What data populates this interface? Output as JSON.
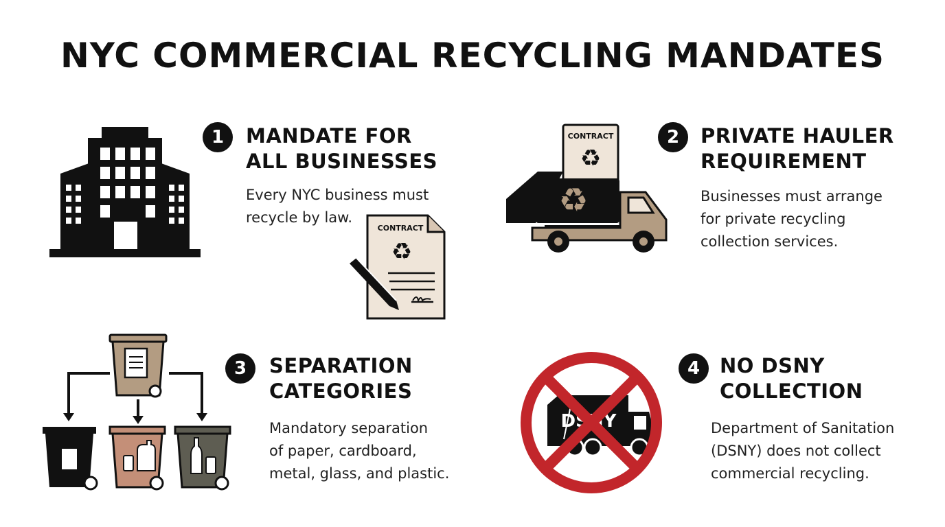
{
  "title": "NYC COMMERCIAL RECYCLING MANDATES",
  "colors": {
    "text": "#111111",
    "tan": "#b39c82",
    "paper": "#efe5d9",
    "clay": "#c48f78",
    "olive": "#5e5d52",
    "red": "#c2262b"
  },
  "sections": [
    {
      "number": "1",
      "heading": [
        "MANDATE FOR",
        "ALL BUSINESSES"
      ],
      "body": [
        "Every NYC business must",
        "recycle by law."
      ],
      "icons": [
        "office-building-icon",
        "signed-contract-icon"
      ],
      "contract_label": "CONTRACT"
    },
    {
      "number": "2",
      "heading": [
        "PRIVATE HAULER",
        "REQUIREMENT"
      ],
      "body": [
        "Businesses must arrange",
        "for private recycling",
        "collection services."
      ],
      "icons": [
        "recycling-truck-icon",
        "contract-icon"
      ],
      "contract_label": "CONTRACT"
    },
    {
      "number": "3",
      "heading": [
        "SEPARATION",
        "CATEGORIES"
      ],
      "body": [
        "Mandatory separation",
        "of paper, cardboard,",
        "metal, glass, and plastic."
      ],
      "icons": [
        "sorting-bins-icon"
      ]
    },
    {
      "number": "4",
      "heading": [
        "NO DSNY",
        "COLLECTION"
      ],
      "body": [
        "Department of Sanitation",
        "(DSNY) does not collect",
        "commercial recycling."
      ],
      "icons": [
        "no-dsny-truck-icon"
      ],
      "truck_label": "DSNY"
    }
  ]
}
